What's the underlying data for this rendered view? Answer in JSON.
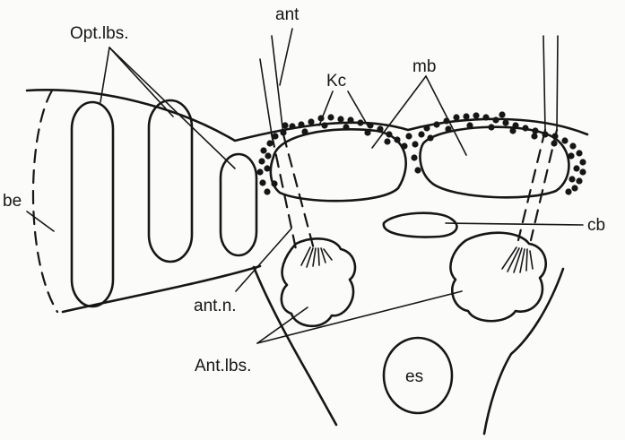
{
  "labels": {
    "opt_lbs": "Opt.lbs.",
    "ant": "ant",
    "kc": "Kc",
    "mb": "mb",
    "be": "be",
    "cb": "cb",
    "ant_n": "ant.n.",
    "ant_lbs": "Ant.lbs.",
    "es": "es"
  }
}
